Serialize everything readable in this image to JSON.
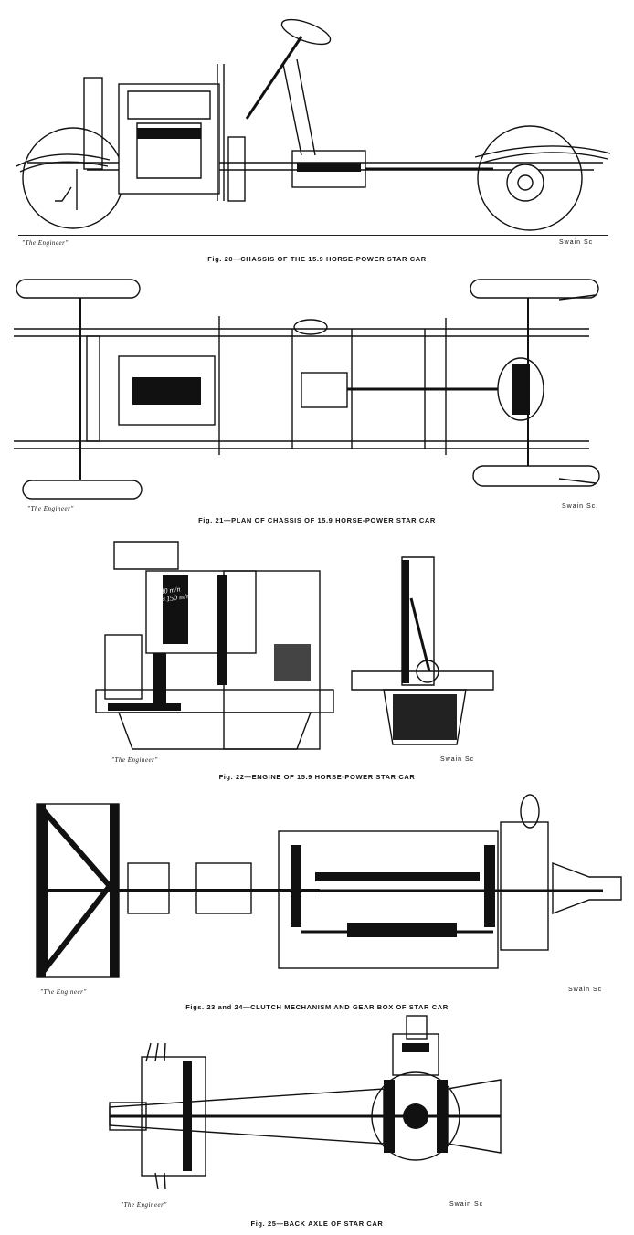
{
  "figures": [
    {
      "id": "fig20",
      "credit": "\"The Engineer\"",
      "engraver": "Swain Sc",
      "caption": "Fig. 20—CHASSIS OF THE 15.9 HORSE-POWER STAR CAR"
    },
    {
      "id": "fig21",
      "credit": "\"The Engineer\"",
      "engraver": "Swain Sc.",
      "caption": "Fig. 21—PLAN OF CHASSIS OF 15.9 HORSE-POWER STAR CAR"
    },
    {
      "id": "fig22",
      "credit": "\"The Engineer\"",
      "engraver": "Swain Sc",
      "caption": "Fig. 22—ENGINE OF 15.9 HORSE-POWER STAR CAR",
      "annotation_bore": "80 m/n",
      "annotation_stroke": "×150 m/n"
    },
    {
      "id": "fig23",
      "credit": "\"The Engineer\"",
      "engraver": "Swain Sc",
      "caption": "Figs. 23 and 24—CLUTCH MECHANISM AND GEAR BOX OF STAR CAR"
    },
    {
      "id": "fig25",
      "credit": "\"The Engineer\"",
      "engraver": "Swain Sc",
      "caption": "Fig. 25—BACK AXLE OF STAR CAR"
    }
  ]
}
